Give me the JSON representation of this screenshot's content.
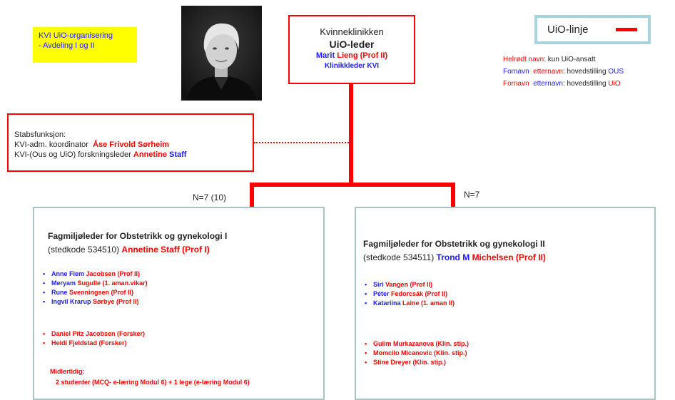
{
  "yellow_note": {
    "line1": "KVI UiO-organisering",
    "line2": "- Avdeling I og II"
  },
  "top_box": {
    "line1": "Kvinneklinikken",
    "line2": "UiO-leder",
    "leader_first": "Marit",
    "leader_last": "Lieng (Prof II)",
    "role": "Klinikkleder KVI"
  },
  "legend": {
    "box_label": "UiO-linje",
    "line1_red": "Helrødt navn",
    "line1_rest": ": kun UiO-ansatt",
    "line2_first": "Fornavn",
    "line2_last": "etternavn",
    "line2_rest": ": hovedstilling",
    "line2_org": "OUS",
    "line3_first": "Fornavn",
    "line3_last": "etternavn",
    "line3_rest": ": hovedstilling",
    "line3_org": "UiO",
    "colors": {
      "red": "#ff0000",
      "blue": "#1a1aff",
      "accent_border": "#a9d3dc"
    }
  },
  "stab": {
    "title": "Stabsfunksjon:",
    "row1_label": "KVI-adm. koordinator",
    "row1_name": "Åse Frivold Sørheim",
    "row2_label": "KVI-(Ous og UiO) forskningsleder",
    "row2_first": "Annetine",
    "row2_last": "Staff"
  },
  "n_left": "N=7 (10)",
  "n_right": "N=7",
  "box1": {
    "title": "Fagmiljøleder for Obstetrikk og gynekologi I",
    "sub_prefix": "(stedkode 534510)",
    "sub_name": "Annetine Staff (Prof I)",
    "members_a": [
      {
        "first": "Anne Flem",
        "last": "Jacobsen (Prof II)"
      },
      {
        "first": "Meryam",
        "last": "Sugulle (1. aman.vikar)"
      },
      {
        "first": "Rune",
        "last": "Svenningsen (Prof II)"
      },
      {
        "first": "Ingvil Krarup",
        "last": "Sørbye (Prof II)"
      }
    ],
    "members_b": [
      {
        "name": "Daniel Pitz Jacobsen (Forsker)"
      },
      {
        "name": "Heidi Fjeldstad (Forsker)"
      }
    ],
    "temp_title": "Midlertidig:",
    "temp_text": "2 studenter (MCQ- e-læring Modul 6) + 1 lege (e-læring Modul 6)"
  },
  "box2": {
    "title": "Fagmiljøleder for Obstetrikk og gynekologi II",
    "sub_prefix": "(stedkode",
    "sub_code": "534511)",
    "sub_first": "Trond M",
    "sub_last": "Michelsen (Prof II)",
    "members_a": [
      {
        "first": "Siri",
        "last": "Vangen (Prof II)"
      },
      {
        "first": "Péter",
        "last": "Fedorcsák (Prof II)"
      },
      {
        "first": "Katariina",
        "last": "Laine (1. aman II)"
      }
    ],
    "members_b": [
      {
        "name": "Gulim Murkazanova (Klin. stip.)"
      },
      {
        "name": "Momcilo Micanovic (Klin. stip.)"
      },
      {
        "name": "Stine Dreyer (Klin. stip.)"
      }
    ]
  }
}
